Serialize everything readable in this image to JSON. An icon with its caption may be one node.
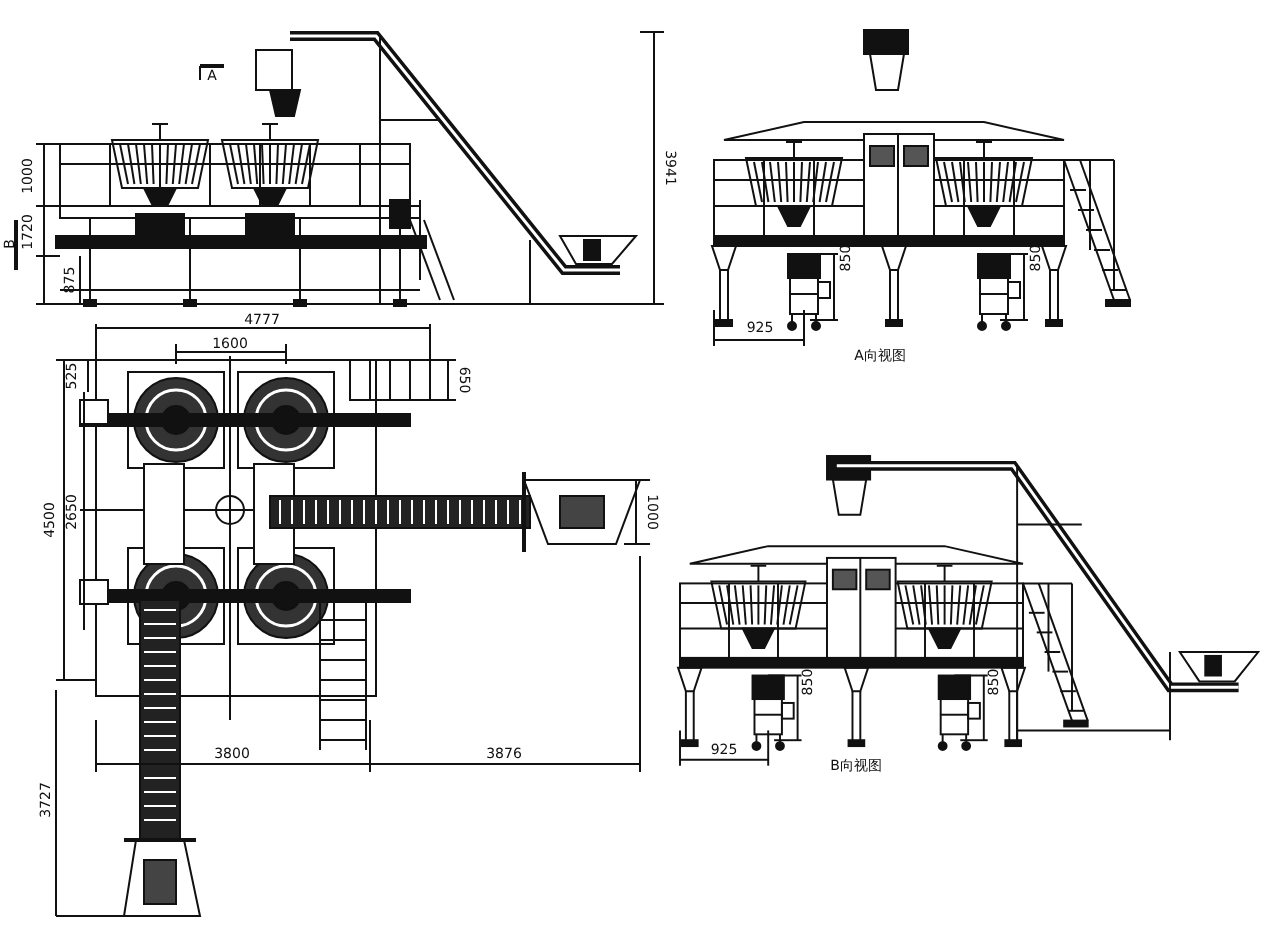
{
  "diagram": {
    "labels": [
      "A",
      "1000",
      "B",
      "1720",
      "875",
      "3941",
      "4777",
      "1600",
      "525",
      "650",
      "4500",
      "2650",
      "1000",
      "3800",
      "3876",
      "3727",
      "925",
      "850",
      "850",
      "A向视图",
      "925",
      "850",
      "850",
      "B向视图"
    ]
  }
}
